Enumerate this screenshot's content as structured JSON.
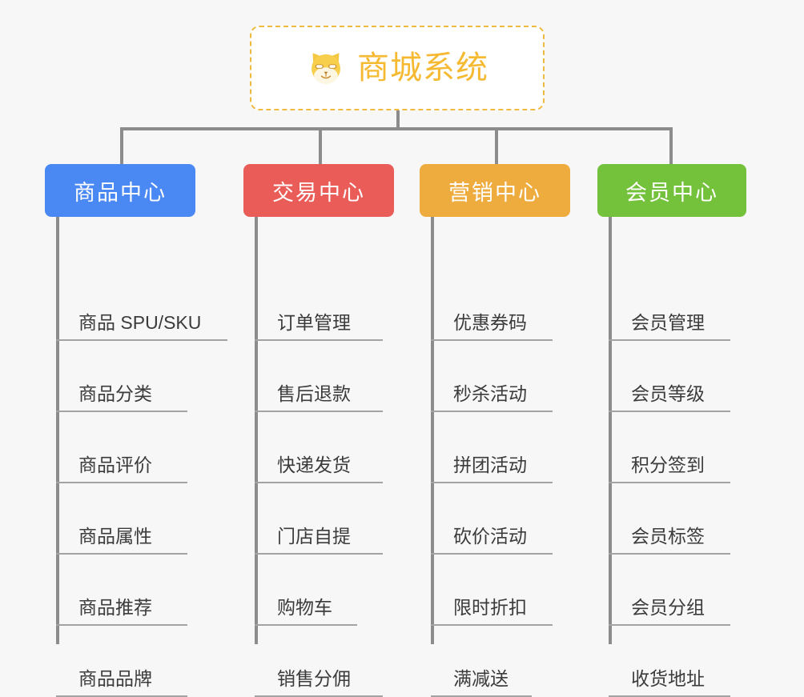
{
  "background_color": "#f7f7f7",
  "root": {
    "title": "商城系统",
    "emoji_name": "shiba-dog-face-emoji",
    "text_color": "#f5b932",
    "border_color": "#f0b940"
  },
  "columns": [
    {
      "id": "product-center",
      "title": "商品中心",
      "color": "#4a89f3",
      "items": [
        "商品 SPU/SKU",
        "商品分类",
        "商品评价",
        "商品属性",
        "商品推荐",
        "商品品牌"
      ]
    },
    {
      "id": "trade-center",
      "title": "交易中心",
      "color": "#e95c57",
      "items": [
        "订单管理",
        "售后退款",
        "快递发货",
        "门店自提",
        "购物车",
        "销售分佣"
      ]
    },
    {
      "id": "marketing-center",
      "title": "营销中心",
      "color": "#eeab3e",
      "items": [
        "优惠券码",
        "秒杀活动",
        "拼团活动",
        "砍价活动",
        "限时折扣",
        "满减送"
      ]
    },
    {
      "id": "member-center",
      "title": "会员中心",
      "color": "#74c13c",
      "items": [
        "会员管理",
        "会员等级",
        "积分签到",
        "会员标签",
        "会员分组",
        "收货地址"
      ]
    }
  ],
  "layout": {
    "connector_color": "#8c8c8c",
    "underline_color": "#a3a3a3",
    "column_left": [
      56,
      304,
      524,
      746
    ],
    "column_header_width": [
      188,
      188,
      188,
      186
    ],
    "item_row_height": 89,
    "item_widths": [
      [
        214,
        164,
        164,
        164,
        164,
        164
      ],
      [
        160,
        160,
        160,
        160,
        128,
        160
      ],
      [
        152,
        152,
        152,
        152,
        152,
        126
      ],
      [
        152,
        152,
        152,
        152,
        152,
        152
      ]
    ]
  }
}
